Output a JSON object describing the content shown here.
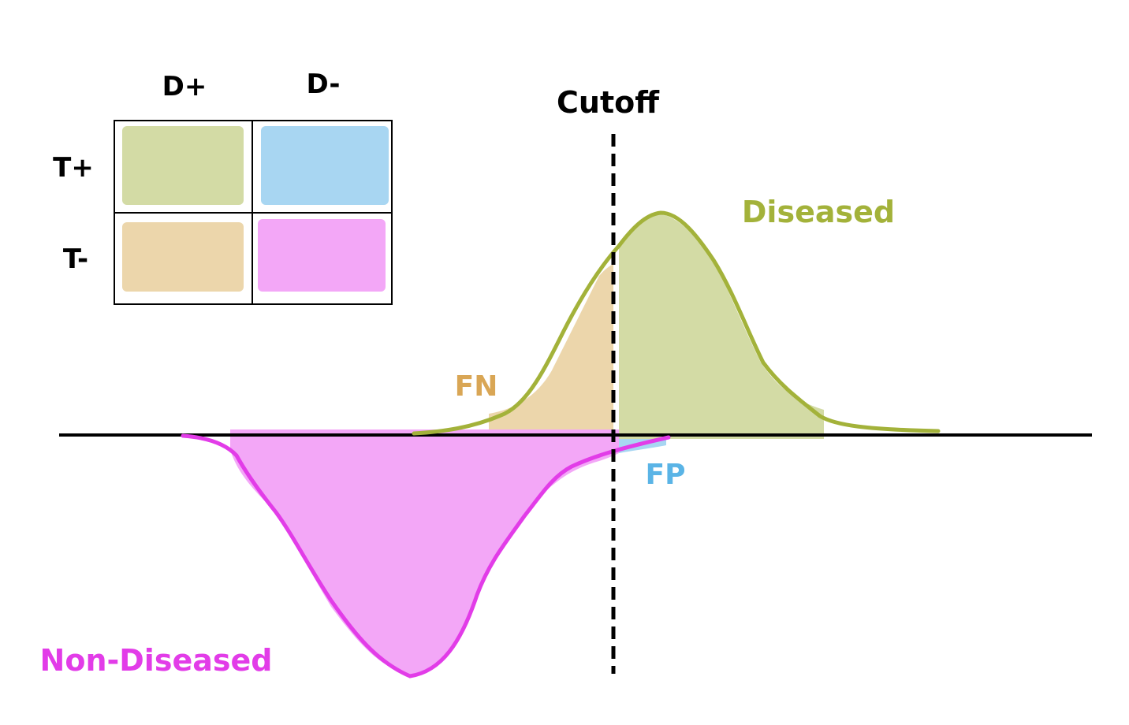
{
  "table": {
    "col_headers": [
      "D+",
      "D-"
    ],
    "row_headers": [
      "T+",
      "T-"
    ]
  },
  "cutoff_label": "Cutoff",
  "labels": {
    "diseased": "Diseased",
    "non_diseased": "Non-Diseased",
    "fn": "FN",
    "fp": "FP"
  },
  "colors": {
    "tp_fill": "#d3dba5",
    "fp_fill": "#a8d6f2",
    "fn_fill": "#ecd6ab",
    "tn_fill": "#f3a7f7",
    "diseased_line": "#a3b23a",
    "non_diseased_line": "#e23ce8",
    "fn_text": "#d9a655",
    "fp_text": "#5ab4e6",
    "axis": "#000000"
  }
}
